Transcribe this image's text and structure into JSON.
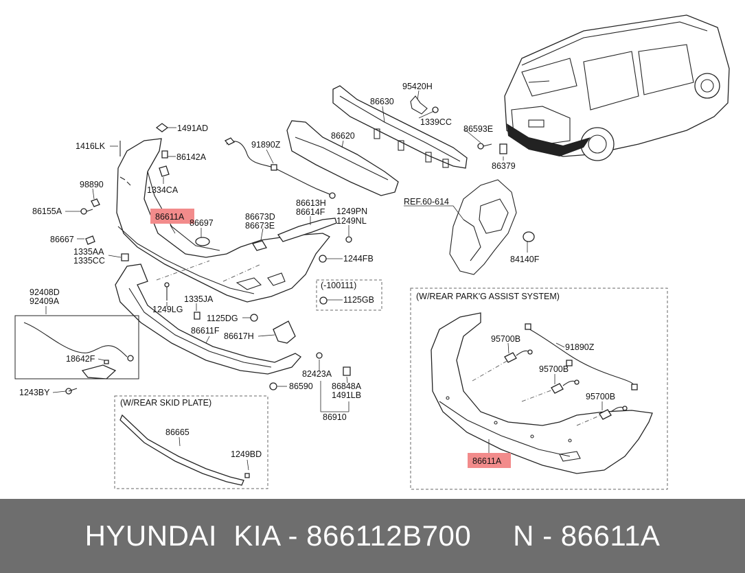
{
  "labels": {
    "p1491AD": "1491AD",
    "p1416LK": "1416LK",
    "p86142A": "86142A",
    "p1334CA": "1334CA",
    "p98890": "98890",
    "p86155A": "86155A",
    "p86611A_top": "86611A",
    "p86697": "86697",
    "p86667": "86667",
    "p1335AA": "1335AA",
    "p1335CC": "1335CC",
    "p91890Z_top": "91890Z",
    "p86620": "86620",
    "p86630": "86630",
    "p95420H": "95420H",
    "p1339CC": "1339CC",
    "p86593E": "86593E",
    "p86379": "86379",
    "p86613H": "86613H",
    "p86614F": "86614F",
    "p86673D": "86673D",
    "p86673E": "86673E",
    "p1249PN": "1249PN",
    "p1249NL": "1249NL",
    "pRef": "REF.60-614",
    "p84140F": "84140F",
    "p1244FB": "1244FB",
    "p1125GB": "1125GB",
    "p100111": "(-100111)",
    "p92408D": "92408D",
    "p92409A": "92409A",
    "p1249LG": "1249LG",
    "p1335JA": "1335JA",
    "p1125DG": "1125DG",
    "p86611F": "86611F",
    "p86617H": "86617H",
    "p18642F": "18642F",
    "p1243BY": "1243BY",
    "p82423A": "82423A",
    "p86848A": "86848A",
    "p1491LB": "1491LB",
    "p86590": "86590",
    "p86910": "86910",
    "p86665": "86665",
    "p1249BD": "1249BD",
    "p95700B_1": "95700B",
    "p95700B_2": "95700B",
    "p95700B_3": "95700B",
    "p91890Z_box": "91890Z",
    "p86611A_box": "86611A"
  },
  "boxes": {
    "skid_title": "(W/REAR SKID PLATE)",
    "park_title": "(W/REAR PARK'G ASSIST SYSTEM)"
  },
  "footer": {
    "text": "HYUNDAI  KIA - 866112B700     N - 86611A"
  },
  "colors": {
    "highlight": "#f28b8b",
    "footer_bg": "#6e6e6e",
    "footer_text": "#ffffff"
  }
}
